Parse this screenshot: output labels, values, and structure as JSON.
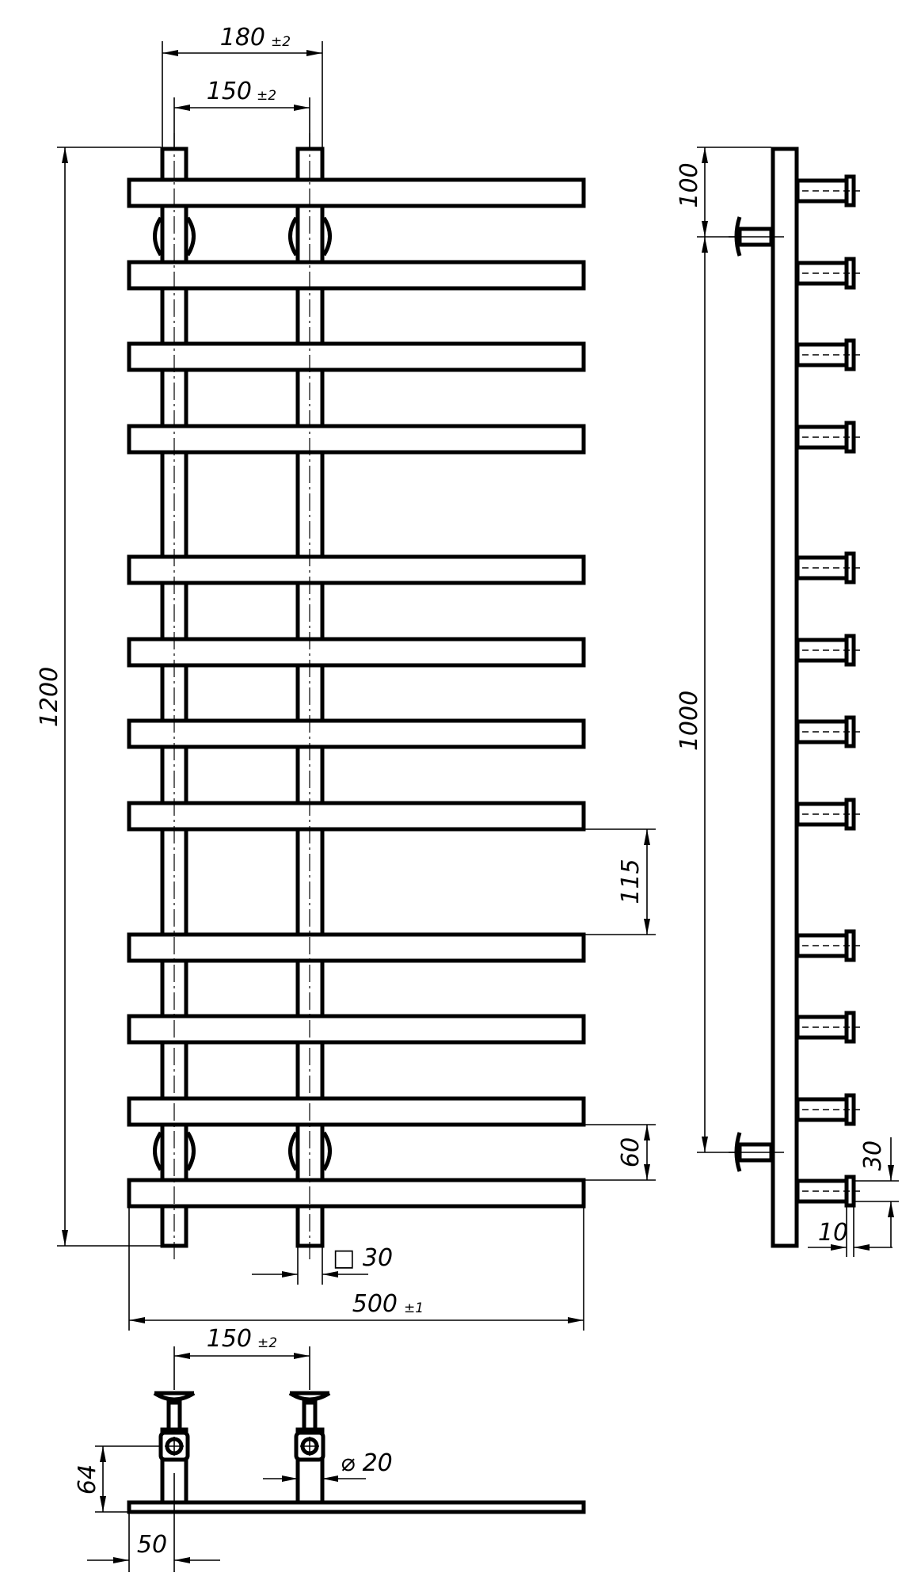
{
  "drawing": {
    "dimensions": {
      "outer_pipe_spacing": "180",
      "outer_pipe_spacing_tol": "±2",
      "inner_pipe_spacing": "150",
      "inner_pipe_spacing_tol": "±2",
      "total_height": "1200",
      "bar_pitch": "115",
      "bottom_bar_gap": "60",
      "profile_size": "□ 30",
      "total_width": "500",
      "total_width_tol": "±1",
      "side_top_offset": "100",
      "mount_center_distance": "1000",
      "side_bar_height": "30",
      "side_bar_offset": "10",
      "top_mount_spacing": "150",
      "top_mount_spacing_tol": "±2",
      "mount_depth": "64",
      "pipe_diameter": "⌀ 20",
      "edge_to_pipe": "50"
    }
  }
}
